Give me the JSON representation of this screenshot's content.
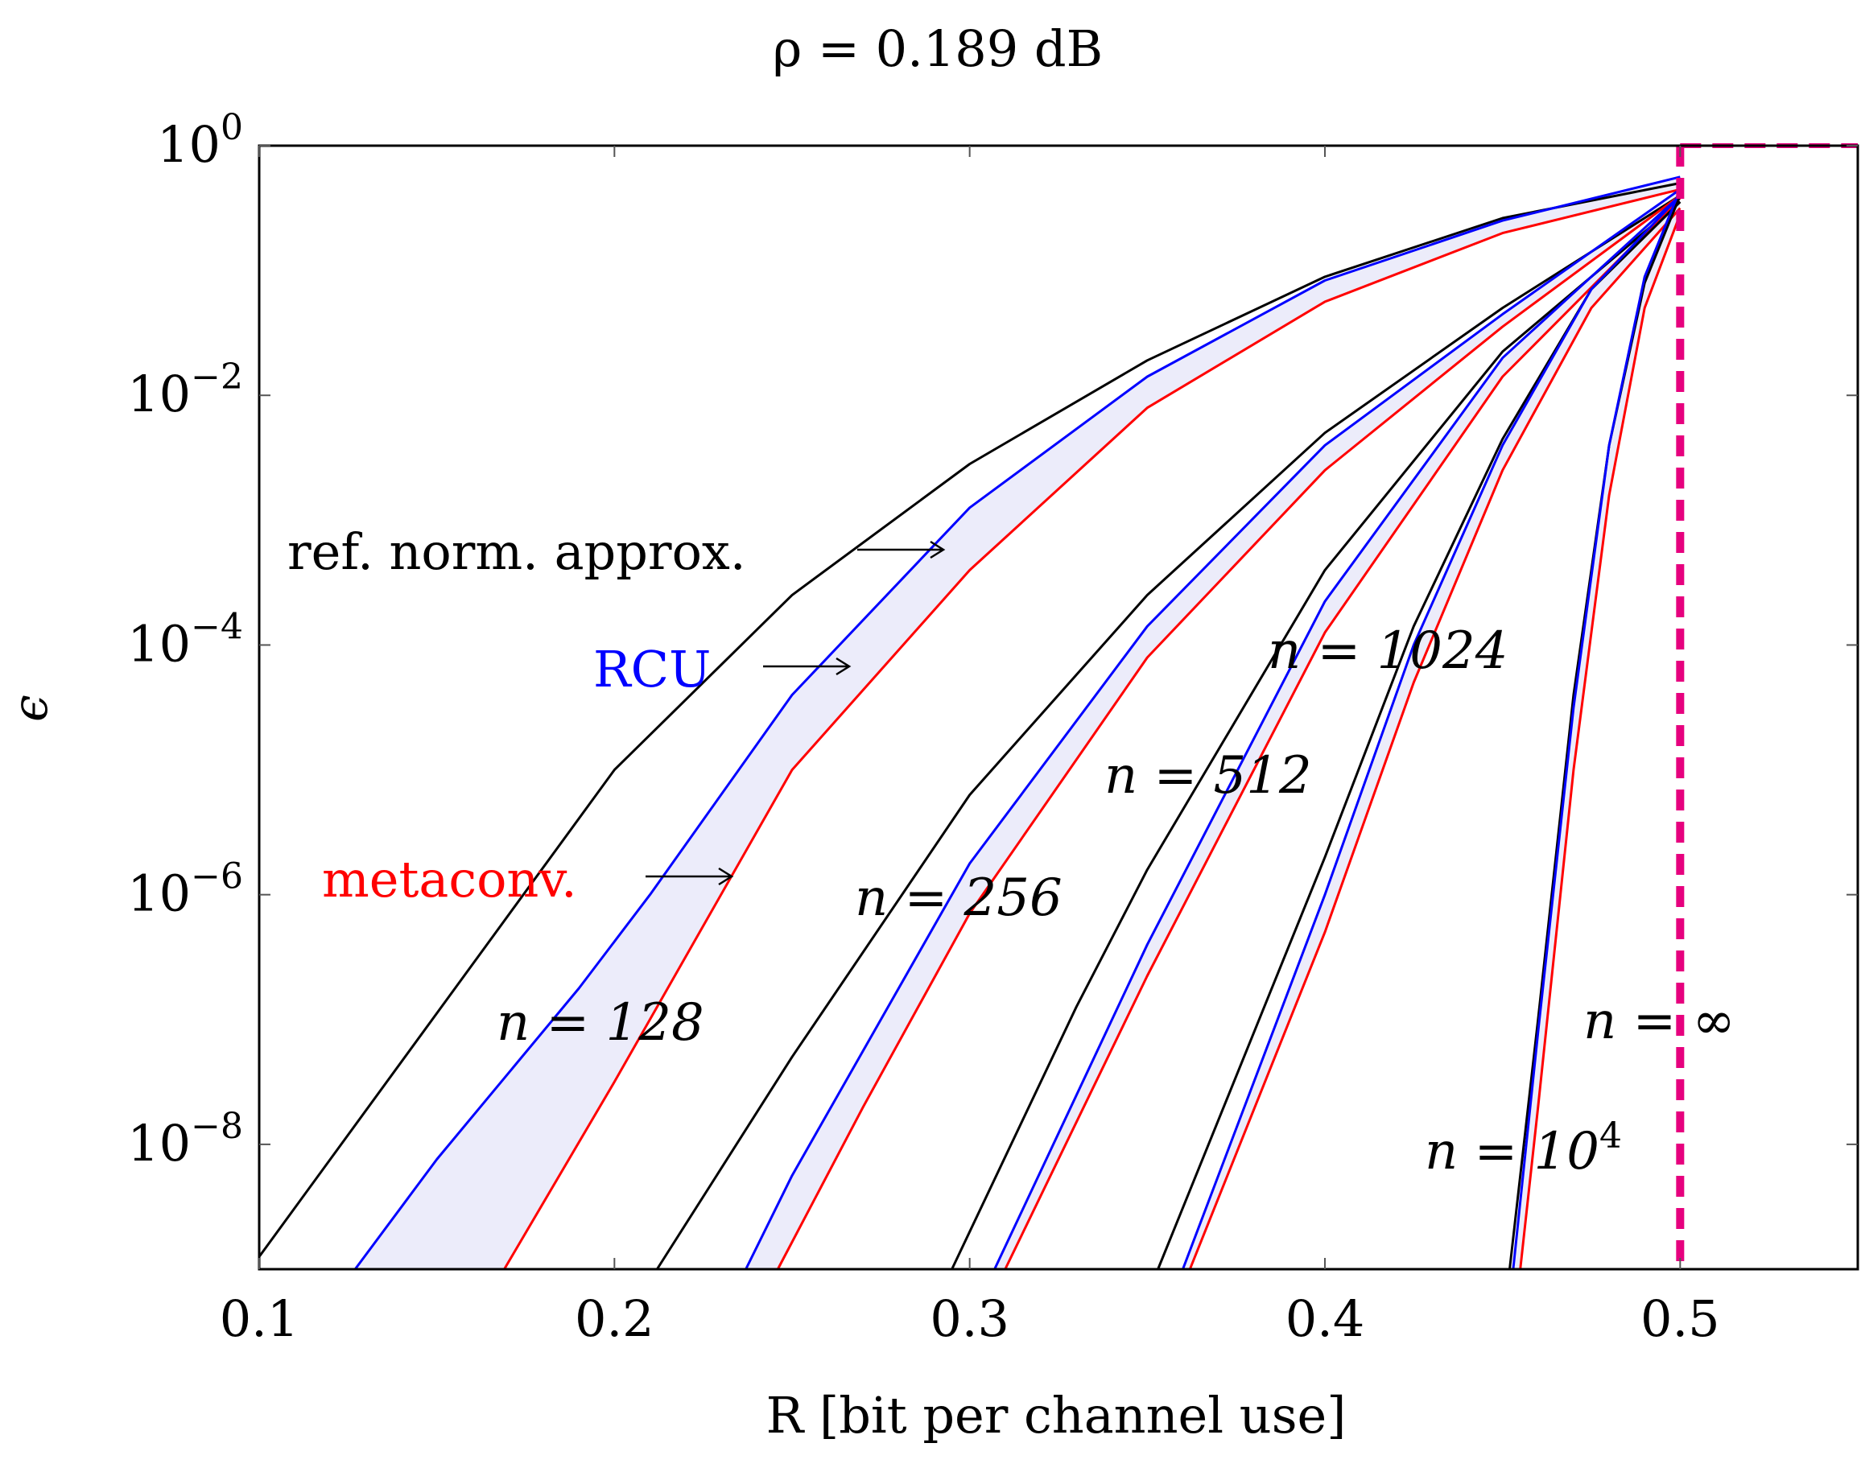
{
  "chart_data": {
    "type": "line",
    "title": "ρ = 0.189 dB",
    "xlabel": "R [bit per channel use]",
    "ylabel": "ϵ",
    "x_scale": "linear",
    "y_scale": "log",
    "xlim": [
      0.1,
      0.55
    ],
    "ylim": [
      1e-09,
      1
    ],
    "x_ticks": [
      0.1,
      0.2,
      0.3,
      0.4,
      0.5
    ],
    "x_tick_labels": [
      "0.1",
      "0.2",
      "0.3",
      "0.4",
      "0.5"
    ],
    "y_ticks": [
      1,
      0.01,
      0.0001,
      1e-06,
      1e-08
    ],
    "y_tick_labels": [
      {
        "base": "10",
        "exp": "0"
      },
      {
        "base": "10",
        "exp": "−2"
      },
      {
        "base": "10",
        "exp": "−4"
      },
      {
        "base": "10",
        "exp": "−6"
      },
      {
        "base": "10",
        "exp": "−8"
      }
    ],
    "grid": false,
    "colors": {
      "ref": "#000000",
      "rcu": "#0000ff",
      "metaconv": "#ff0000",
      "fill": "#ececfa",
      "capacity": "#e6007e"
    },
    "groups": [
      {
        "n": "128",
        "ref": {
          "x": [
            0.1,
            0.15,
            0.2,
            0.25,
            0.3,
            0.35,
            0.4,
            0.45,
            0.5
          ],
          "y": [
            -8.9,
            -6.95,
            -5.0,
            -3.6,
            -2.55,
            -1.72,
            -1.05,
            -0.58,
            -0.3
          ]
        },
        "rcu": {
          "x": [
            0.127,
            0.15,
            0.19,
            0.21,
            0.25,
            0.3,
            0.35,
            0.4,
            0.45,
            0.5
          ],
          "y": [
            -9.0,
            -8.12,
            -6.75,
            -6.0,
            -4.4,
            -2.9,
            -1.85,
            -1.08,
            -0.6,
            -0.25
          ]
        },
        "metaconv": {
          "x": [
            0.169,
            0.2,
            0.25,
            0.3,
            0.35,
            0.4,
            0.45,
            0.5
          ],
          "y": [
            -9.0,
            -7.5,
            -5.0,
            -3.4,
            -2.1,
            -1.25,
            -0.7,
            -0.35
          ]
        }
      },
      {
        "n": "256",
        "ref": {
          "x": [
            0.212,
            0.25,
            0.3,
            0.35,
            0.4,
            0.45,
            0.5
          ],
          "y": [
            -9.0,
            -7.3,
            -5.2,
            -3.6,
            -2.3,
            -1.3,
            -0.4
          ]
        },
        "rcu": {
          "x": [
            0.237,
            0.25,
            0.3,
            0.35,
            0.4,
            0.45,
            0.5
          ],
          "y": [
            -9.0,
            -8.25,
            -5.75,
            -3.85,
            -2.4,
            -1.35,
            -0.35
          ]
        },
        "metaconv": {
          "x": [
            0.246,
            0.27,
            0.3,
            0.35,
            0.4,
            0.45,
            0.5
          ],
          "y": [
            -9.0,
            -7.7,
            -6.15,
            -4.1,
            -2.6,
            -1.45,
            -0.4
          ]
        }
      },
      {
        "n": "512",
        "ref": {
          "x": [
            0.295,
            0.33,
            0.35,
            0.4,
            0.45,
            0.5
          ],
          "y": [
            -9.0,
            -6.9,
            -5.8,
            -3.4,
            -1.65,
            -0.45
          ]
        },
        "rcu": {
          "x": [
            0.307,
            0.35,
            0.4,
            0.45,
            0.5
          ],
          "y": [
            -9.0,
            -6.4,
            -3.65,
            -1.7,
            -0.4
          ]
        },
        "metaconv": {
          "x": [
            0.31,
            0.35,
            0.4,
            0.45,
            0.5
          ],
          "y": [
            -9.0,
            -6.65,
            -3.9,
            -1.85,
            -0.42
          ]
        }
      },
      {
        "n": "1024",
        "ref": {
          "x": [
            0.353,
            0.4,
            0.425,
            0.45,
            0.475,
            0.5
          ],
          "y": [
            -9.0,
            -5.7,
            -3.85,
            -2.35,
            -1.15,
            -0.45
          ]
        },
        "rcu": {
          "x": [
            0.36,
            0.4,
            0.425,
            0.45,
            0.475,
            0.5
          ],
          "y": [
            -9.0,
            -6.0,
            -4.0,
            -2.4,
            -1.15,
            -0.4
          ]
        },
        "metaconv": {
          "x": [
            0.362,
            0.4,
            0.425,
            0.45,
            0.475,
            0.5
          ],
          "y": [
            -9.0,
            -6.3,
            -4.3,
            -2.6,
            -1.3,
            -0.5
          ]
        }
      },
      {
        "n": "10⁴",
        "ref": {
          "x": [
            0.452,
            0.46,
            0.47,
            0.48,
            0.49,
            0.5
          ],
          "y": [
            -9.0,
            -7.0,
            -4.4,
            -2.4,
            -1.1,
            -0.4
          ]
        },
        "rcu": {
          "x": [
            0.453,
            0.46,
            0.47,
            0.48,
            0.49,
            0.5
          ],
          "y": [
            -9.0,
            -7.1,
            -4.5,
            -2.4,
            -1.05,
            -0.35
          ]
        },
        "metaconv": {
          "x": [
            0.455,
            0.46,
            0.47,
            0.48,
            0.49,
            0.5
          ],
          "y": [
            -9.0,
            -7.7,
            -5.0,
            -2.8,
            -1.3,
            -0.55
          ]
        }
      }
    ],
    "capacity": {
      "x": 0.5,
      "label_n": "n = ∞"
    },
    "annotations": [
      {
        "text": "ref. norm. approx.",
        "color": "ref"
      },
      {
        "text": "RCU",
        "color": "rcu"
      },
      {
        "text": "metaconv.",
        "color": "metaconv"
      },
      {
        "text": "n = 128"
      },
      {
        "text": "n = 256"
      },
      {
        "text": "n = 512"
      },
      {
        "text": "n = 1024"
      },
      {
        "text": "n = 10",
        "sup": "4"
      },
      {
        "text": "n = ∞"
      }
    ]
  }
}
